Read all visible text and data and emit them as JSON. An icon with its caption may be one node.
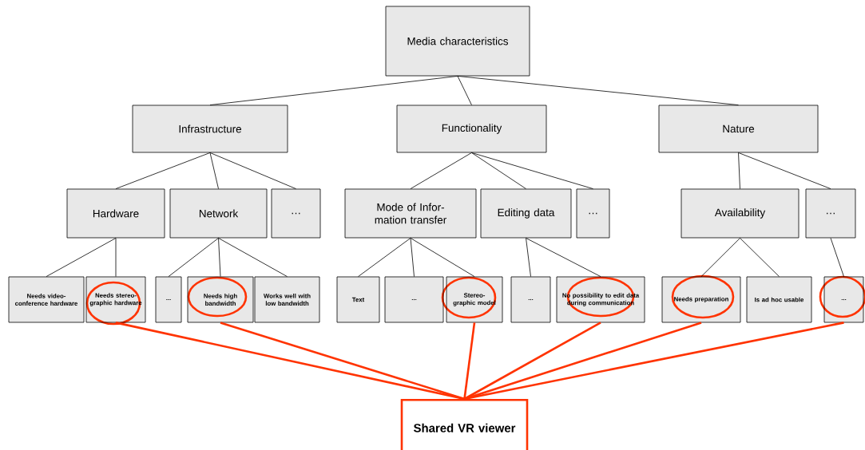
{
  "diagram": {
    "nodes": [
      {
        "text": [
          "Media characteristics"
        ]
      },
      {
        "text": [
          "Infrastructure"
        ]
      },
      {
        "text": [
          "Functionality"
        ]
      },
      {
        "text": [
          "Nature"
        ]
      },
      {
        "text": [
          "Hardware"
        ]
      },
      {
        "text": [
          "Network"
        ]
      },
      {
        "text": [
          "…"
        ]
      },
      {
        "text": [
          "Mode of Infor- mation transfer"
        ]
      },
      {
        "text": [
          "Editing data"
        ]
      },
      {
        "text": [
          "…"
        ]
      },
      {
        "text": [
          "Availability"
        ]
      },
      {
        "text": [
          "…"
        ]
      },
      {
        "text": [
          "Needs video- conference hardware"
        ]
      },
      {
        "text": [
          "Needs stereo- graphic hardware"
        ]
      },
      {
        "text": [
          "..."
        ]
      },
      {
        "text": [
          "Needs high bandwidth"
        ]
      },
      {
        "text": [
          "Works well with low bandwidth"
        ]
      },
      {
        "text": [
          "Text"
        ]
      },
      {
        "text": [
          "..."
        ]
      },
      {
        "text": [
          "Stereo- graphic model"
        ]
      },
      {
        "text": [
          "..."
        ]
      },
      {
        "text": [
          "No possibility to edit data during communication"
        ]
      },
      {
        "text": [
          "Needs preparation"
        ]
      },
      {
        "text": [
          "Is ad hoc usable"
        ]
      },
      {
        "text": [
          "..."
        ]
      },
      {
        "text": [
          "Shared VR viewer"
        ]
      }
    ],
    "edges": [
      {
        "from": 0,
        "to": 1,
        "arrow": "none"
      },
      {
        "from": 0,
        "to": 2,
        "arrow": "none"
      },
      {
        "from": 0,
        "to": 3,
        "arrow": "none"
      },
      {
        "from": 1,
        "to": 4,
        "arrow": "none"
      },
      {
        "from": 1,
        "to": 5,
        "arrow": "none"
      },
      {
        "from": 1,
        "to": 6,
        "arrow": "none"
      },
      {
        "from": 2,
        "to": 7,
        "arrow": "none"
      },
      {
        "from": 2,
        "to": 8,
        "arrow": "none"
      },
      {
        "from": 2,
        "to": 9,
        "arrow": "none"
      },
      {
        "from": 3,
        "to": 10,
        "arrow": "none"
      },
      {
        "from": 3,
        "to": 11,
        "arrow": "none"
      },
      {
        "from": 4,
        "to": 12,
        "arrow": "none"
      },
      {
        "from": 4,
        "to": 13,
        "arrow": "none"
      },
      {
        "from": 5,
        "to": 14,
        "arrow": "none"
      },
      {
        "from": 5,
        "to": 15,
        "arrow": "none"
      },
      {
        "from": 5,
        "to": 16,
        "arrow": "none"
      },
      {
        "from": 7,
        "to": 17,
        "arrow": "none"
      },
      {
        "from": 7,
        "to": 18,
        "arrow": "none"
      },
      {
        "from": 7,
        "to": 19,
        "arrow": "none"
      },
      {
        "from": 8,
        "to": 20,
        "arrow": "none"
      },
      {
        "from": 8,
        "to": 21,
        "arrow": "none"
      },
      {
        "from": 10,
        "to": 22,
        "arrow": "none"
      },
      {
        "from": 10,
        "to": 23,
        "arrow": "none"
      },
      {
        "from": 11,
        "to": 24,
        "arrow": "none"
      },
      {
        "from": 13,
        "to": 25,
        "arrow": "none",
        "style": "thick",
        "color": "#ff3300"
      },
      {
        "from": 15,
        "to": 25,
        "arrow": "none",
        "style": "thick",
        "color": "#ff3300"
      },
      {
        "from": 19,
        "to": 25,
        "arrow": "none",
        "style": "thick",
        "color": "#ff3300"
      },
      {
        "from": 21,
        "to": 25,
        "arrow": "none",
        "style": "thick",
        "color": "#ff3300"
      },
      {
        "from": 22,
        "to": 25,
        "arrow": "none",
        "style": "thick",
        "color": "#ff3300"
      },
      {
        "from": 24,
        "to": 25,
        "arrow": "none",
        "style": "thick",
        "color": "#ff3300"
      }
    ]
  }
}
